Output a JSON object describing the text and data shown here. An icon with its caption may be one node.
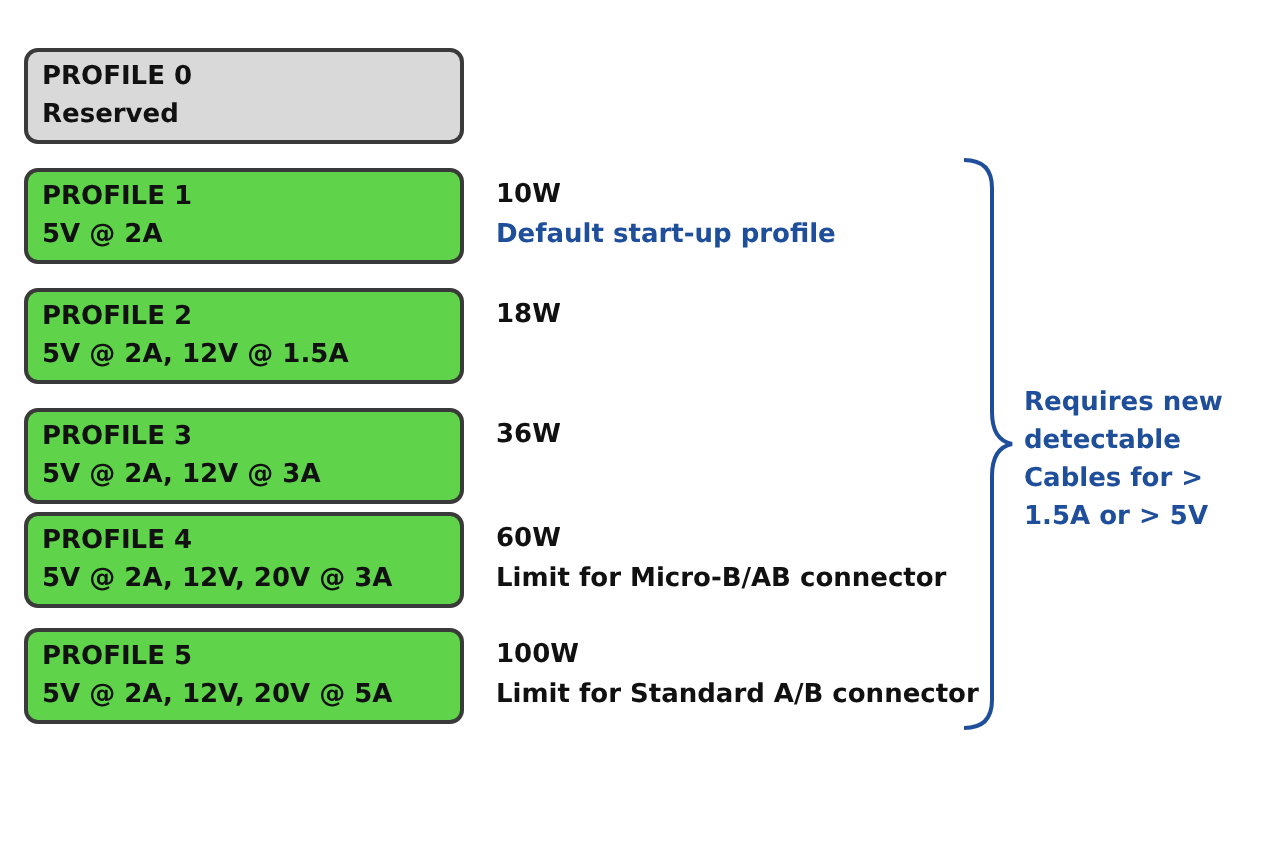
{
  "diagram": {
    "nodes": [
      {
        "text": [
          "PROFILE 0",
          "Reserved"
        ]
      },
      {
        "text": [
          "PROFILE 1",
          "5V @ 2A"
        ],
        "beside": [
          "10W",
          "Default start-up profile"
        ]
      },
      {
        "text": [
          "PROFILE 2",
          "5V @ 2A, 12V @ 1.5A"
        ],
        "beside": [
          "18W"
        ]
      },
      {
        "text": [
          "PROFILE 3",
          "5V @ 2A, 12V @ 3A"
        ],
        "beside": [
          "36W"
        ]
      },
      {
        "text": [
          "PROFILE 4",
          "5V @ 2A, 12V, 20V @ 3A"
        ],
        "beside": [
          "60W",
          "Limit for Micro-B/AB connector"
        ]
      },
      {
        "text": [
          "PROFILE 5",
          "5V @ 2A, 12V, 20V @ 5A"
        ],
        "beside": [
          "100W",
          "Limit for Standard A/B connector"
        ]
      }
    ],
    "labels": [
      "Requires new detectable Cables for > 1.5A or > 5V"
    ]
  }
}
